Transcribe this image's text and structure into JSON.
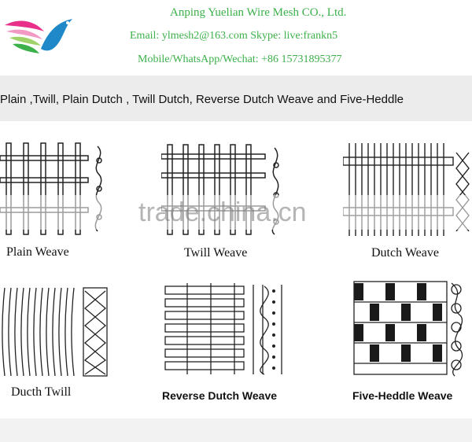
{
  "header": {
    "company": "Anping Yuelian Wire Mesh CO., Ltd.",
    "contact_line": "Email: ylmesh2@163.com    Skype: live:frankn5",
    "phone_line": "Mobile/WhatsApp/Wechat: +86 15731895377",
    "brand_color": "#3cb04a"
  },
  "banner": {
    "text": "Plain ,Twill, Plain Dutch , Twill Dutch, Reverse Dutch Weave and Five-Heddle"
  },
  "watermark": {
    "text": "trade.china.cn"
  },
  "weaves": [
    {
      "label": "Plain Weave"
    },
    {
      "label": "Twill Weave"
    },
    {
      "label": "Dutch Weave"
    },
    {
      "label": "Ducth Twill"
    },
    {
      "label": "Reverse Dutch Weave"
    },
    {
      "label": "Five-Heddle Weave"
    }
  ]
}
